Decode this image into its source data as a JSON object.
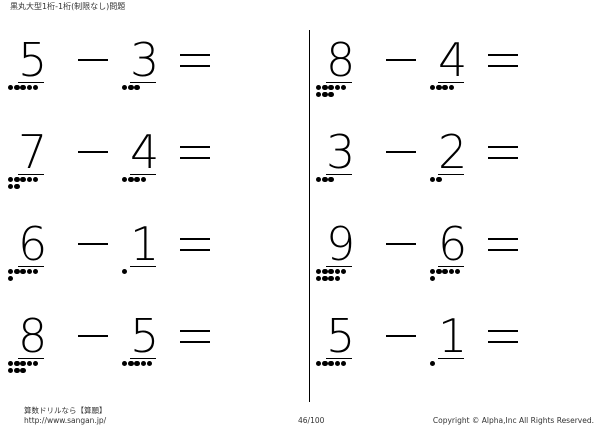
{
  "header": {
    "title": "黒丸大型1桁-1桁(制限なし)問題"
  },
  "problems": [
    {
      "a": "5",
      "b": "3",
      "a_dots": 5,
      "b_dots": 3
    },
    {
      "a": "7",
      "b": "4",
      "a_dots": 7,
      "b_dots": 4
    },
    {
      "a": "6",
      "b": "1",
      "a_dots": 6,
      "b_dots": 1
    },
    {
      "a": "8",
      "b": "5",
      "a_dots": 8,
      "b_dots": 5
    },
    {
      "a": "8",
      "b": "4",
      "a_dots": 8,
      "b_dots": 4
    },
    {
      "a": "3",
      "b": "2",
      "a_dots": 3,
      "b_dots": 2
    },
    {
      "a": "9",
      "b": "6",
      "a_dots": 9,
      "b_dots": 6
    },
    {
      "a": "5",
      "b": "1",
      "a_dots": 5,
      "b_dots": 1
    }
  ],
  "footer": {
    "brand": "算数ドリルなら【算願】",
    "url": "http://www.sangan.jp/",
    "page": "46/100",
    "copyright": "Copyright © Alpha,Inc All Rights Reserved."
  }
}
